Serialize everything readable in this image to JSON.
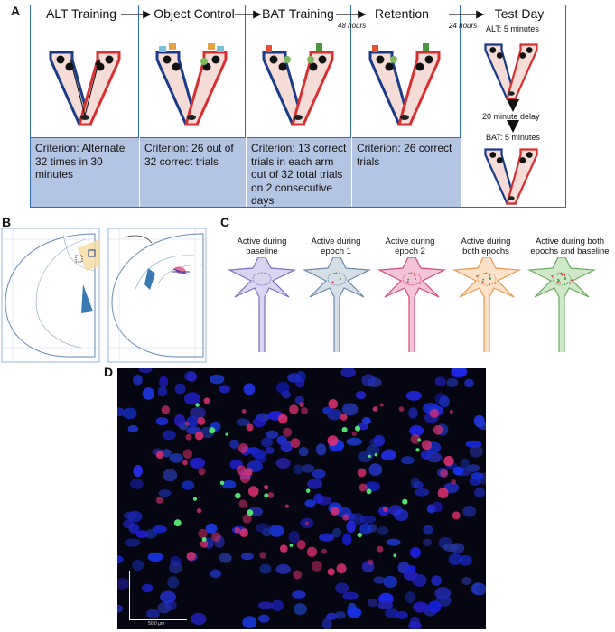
{
  "panels": {
    "a": "A",
    "b": "B",
    "c": "C",
    "d": "D"
  },
  "steps": [
    {
      "title": "ALT Training",
      "criterion": "Criterion: Alternate 32 times in 30 minutes"
    },
    {
      "title": "Object Control",
      "criterion": "Criterion: 26 out of 32 correct trials"
    },
    {
      "title": "BAT Training",
      "criterion": "Criterion: 13 correct trials in each arm out of 32 total trials on 2 consecutive days"
    },
    {
      "title": "Retention",
      "criterion": "Criterion: 26 correct trials"
    }
  ],
  "test_day": {
    "title": "Test Day",
    "alt": "ALT: 5 minutes",
    "delay": "20 minute delay",
    "bat": "BAT: 5 minutes"
  },
  "intervals": {
    "h48": "48 hours",
    "h24": "24 hours"
  },
  "neurons": [
    {
      "label": "Active during baseline",
      "color": "#7a6fc0",
      "fill": "#d9d4f0"
    },
    {
      "label": "Active during epoch 1",
      "color": "#6a88a8",
      "fill": "#d6dee8"
    },
    {
      "label": "Active during epoch 2",
      "color": "#d04a80",
      "fill": "#f3c4d8"
    },
    {
      "label": "Active during both epochs",
      "color": "#e89a50",
      "fill": "#fbe2c8"
    },
    {
      "label": "Active during both epochs and baseline",
      "color": "#6aaa60",
      "fill": "#cfe8c8"
    }
  ],
  "scale_bar": "50.0 µm",
  "colors": {
    "frame": "#2e6db4",
    "criterion_bg": "#b4c5e4",
    "maze_left": "#1a3a8a",
    "maze_right": "#d83030",
    "maze_fill": "#f6dcd6"
  }
}
